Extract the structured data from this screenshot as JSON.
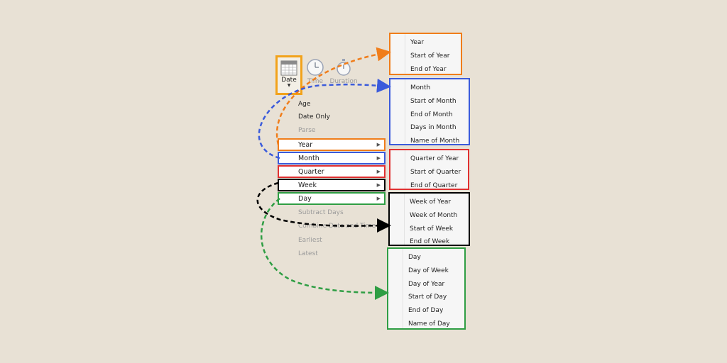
{
  "toolbar": {
    "date_label": "Date",
    "time_label": "Time",
    "duration_label": "Duration"
  },
  "menu": {
    "top_items": [
      "Age",
      "Date Only",
      "Parse"
    ],
    "highlighted": [
      {
        "label": "Year",
        "color": "#f07d1a"
      },
      {
        "label": "Month",
        "color": "#3b5bdb"
      },
      {
        "label": "Quarter",
        "color": "#e03131"
      },
      {
        "label": "Week",
        "color": "#000000"
      },
      {
        "label": "Day",
        "color": "#2f9e44"
      }
    ],
    "bottom_items": [
      "Subtract Days",
      "Combine Date and Time",
      "Earliest",
      "Latest"
    ]
  },
  "submenus": {
    "year": [
      "Year",
      "Start of Year",
      "End of Year"
    ],
    "month": [
      "Month",
      "Start of Month",
      "End of Month",
      "Days in Month",
      "Name of Month"
    ],
    "quarter": [
      "Quarter of Year",
      "Start of Quarter",
      "End of Quarter"
    ],
    "week": [
      "Week of Year",
      "Week of Month",
      "Start of Week",
      "End of Week"
    ],
    "day": [
      "Day",
      "Day of Week",
      "Day of Year",
      "Start of Day",
      "End of Day",
      "Name of Day"
    ]
  },
  "colors": {
    "background": "#e8e1d5",
    "orange": "#f07d1a",
    "blue": "#3b5bdb",
    "red": "#e03131",
    "black": "#000000",
    "green": "#2f9e44",
    "date_button_border": "#f2a21a"
  }
}
